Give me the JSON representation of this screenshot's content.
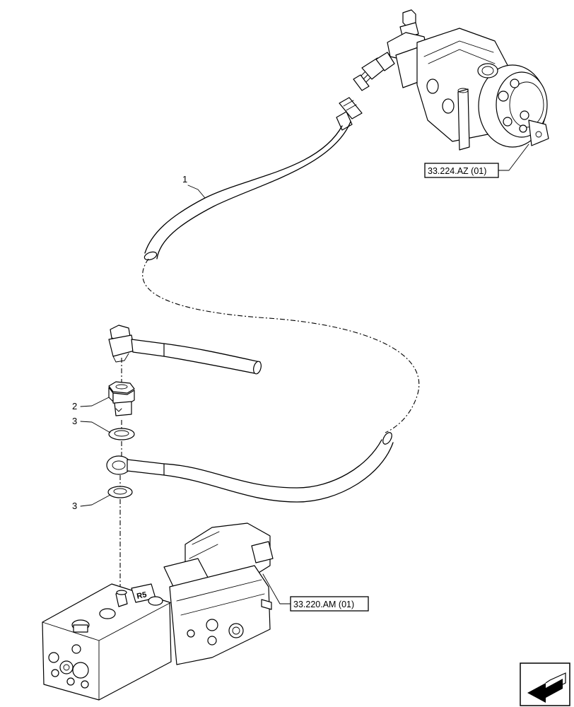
{
  "callouts": {
    "c1": "1",
    "c2": "2",
    "c3a": "3",
    "c3b": "3"
  },
  "references": {
    "top": "33.224.AZ (01)",
    "bottom": "33.220.AM (01)"
  },
  "block_marking": "R5",
  "icons": {
    "nav_arrow": "arrow-back-icon"
  }
}
